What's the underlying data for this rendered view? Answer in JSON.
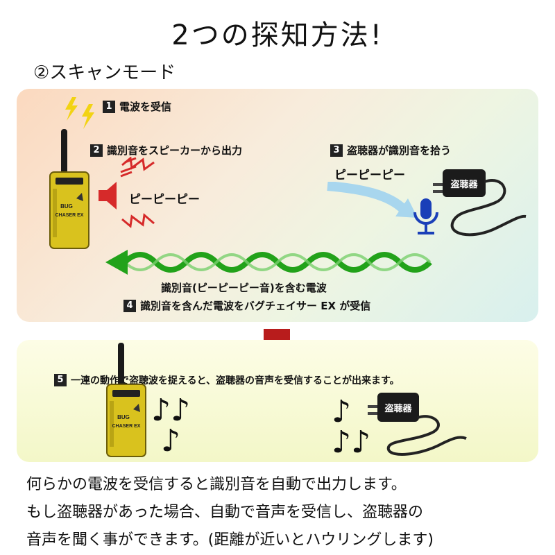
{
  "title": "2つの探知方法!",
  "subtitle": "②スキャンモード",
  "steps": [
    {
      "num": "1",
      "text": "電波を受信"
    },
    {
      "num": "2",
      "text": "識別音をスピーカーから出力"
    },
    {
      "num": "3",
      "text": "盗聴器が識別音を拾う"
    },
    {
      "num": "4",
      "text": "識別音を含んだ電波をバグチェイサー EX が受信"
    },
    {
      "num": "5",
      "text": "一連の動作で盗聴波を捉えると、盗聴器の音声を受信することが出来ます。"
    }
  ],
  "beep_speaker": "ピーピーピー",
  "beep_pickup": "ピーピーピー",
  "wave_caption": "識別音(ピーピーピー音)を含む電波",
  "device_label_lines": [
    "BUG",
    "CHASER EX"
  ],
  "bug_label": "盗聴器",
  "description": [
    "何らかの電波を受信すると識別音を自動で出力します。",
    "もし盗聴器があった場合、自動で音声を受信し、盗聴器の",
    "音声を聞く事ができます。(距離が近いとハウリングします)"
  ],
  "colors": {
    "arrow_green": "#22a21a",
    "down_arrow": "#b81c1c",
    "mic_blue": "#1a3fb8",
    "device_yellow": "#d9c21e"
  }
}
